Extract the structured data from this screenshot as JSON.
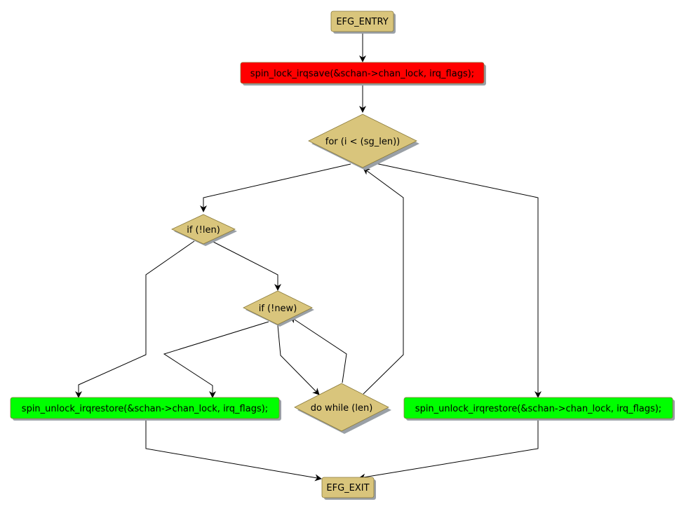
{
  "colors": {
    "node_fill": "#d9c57c",
    "lock_fill": "#ff0000",
    "unlock_fill": "#00ff00",
    "shadow": "#9aa0a6",
    "border": "#8a7a3a",
    "edge": "#000000"
  },
  "nodes": {
    "entry": {
      "label": "EFG_ENTRY"
    },
    "lock": {
      "label": "spin_lock_irqsave(&schan->chan_lock, irq_flags);"
    },
    "for_loop": {
      "label": "for (i < (sg_len))"
    },
    "if_len": {
      "label": "if (!len)"
    },
    "if_new": {
      "label": "if (!new)"
    },
    "do_while": {
      "label": "do while (len)"
    },
    "unlock_left": {
      "label": "spin_unlock_irqrestore(&schan->chan_lock, irq_flags);"
    },
    "unlock_right": {
      "label": "spin_unlock_irqrestore(&schan->chan_lock, irq_flags);"
    },
    "exit": {
      "label": "EFG_EXIT"
    }
  }
}
